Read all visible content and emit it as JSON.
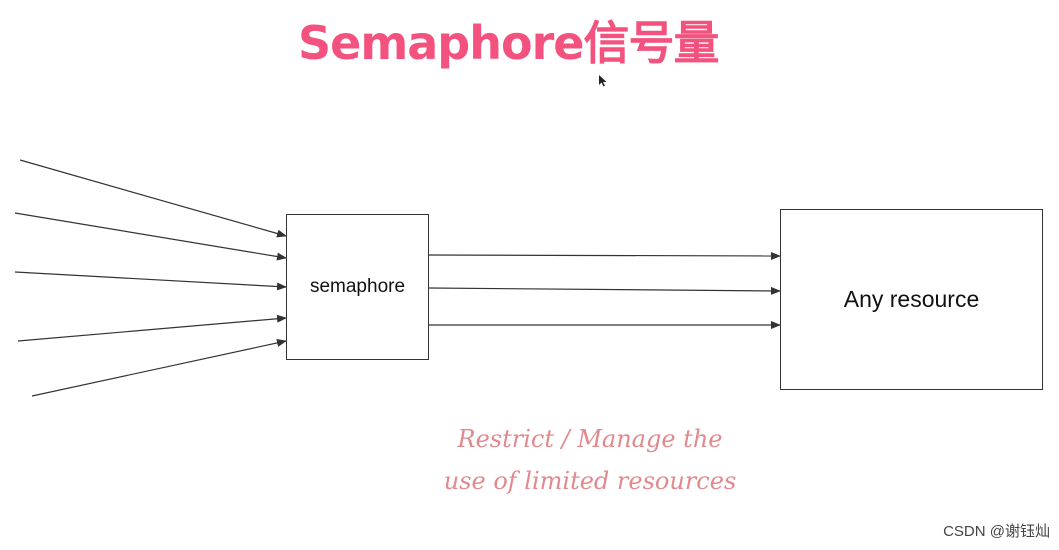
{
  "title": "Semaphore信号量",
  "colors": {
    "title": "#f2527d",
    "caption": "#e2898e",
    "line": "#333333",
    "watermark": "#444444"
  },
  "nodes": {
    "semaphore": {
      "label": "semaphore"
    },
    "resource": {
      "label": "Any resource"
    }
  },
  "edges": {
    "incoming_count": 5,
    "outgoing_count": 3,
    "incoming_target": "semaphore",
    "outgoing_source": "semaphore",
    "outgoing_target": "Any resource"
  },
  "caption": {
    "line1": "Restrict / Manage the",
    "line2": "use of limited resources"
  },
  "watermark": "CSDN @谢钰灿",
  "cursor_icon": "mouse-pointer-icon"
}
